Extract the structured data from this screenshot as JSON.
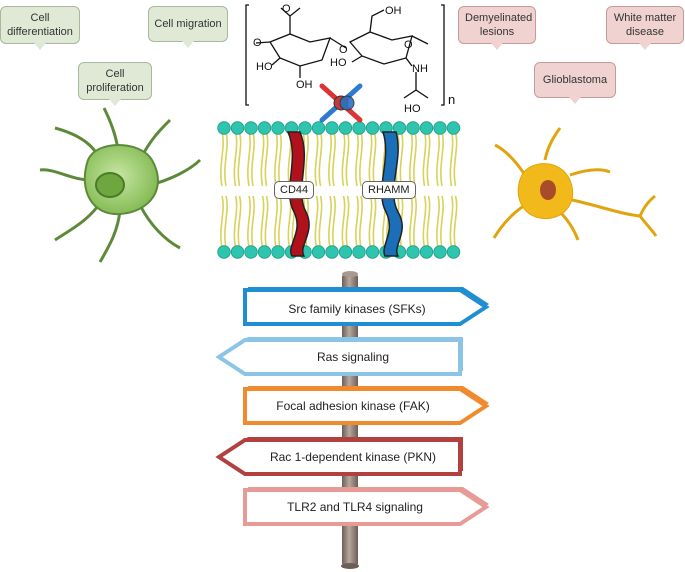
{
  "outcomes_left": {
    "differentiation": [
      "Cell",
      "differentiation"
    ],
    "migration": "Cell migration",
    "proliferation": [
      "Cell",
      "proliferation"
    ]
  },
  "outcomes_right": {
    "demyelinated": [
      "Demyelinated",
      "lesions"
    ],
    "white_matter": [
      "White matter",
      "disease"
    ],
    "glioblastoma": "Glioblastoma"
  },
  "molecule": {
    "atoms": [
      "O",
      "HO",
      "OH",
      "O",
      "HO",
      "OH",
      "O",
      "O",
      "HO",
      "NH"
    ],
    "repeat_subscript": "n"
  },
  "receptors": {
    "cd44": "CD44",
    "rhamm": "RHAMM"
  },
  "pathways": [
    {
      "label": "Src family kinases (SFKs)",
      "direction": "right",
      "color": "#1f8fd1"
    },
    {
      "label": "Ras signaling",
      "direction": "left",
      "color": "#8cc4e8"
    },
    {
      "label": "Focal adhesion kinase (FAK)",
      "direction": "right",
      "color": "#f08a2c"
    },
    {
      "label": "Rac 1-dependent kinase (PKN)",
      "direction": "left",
      "color": "#b2403f"
    },
    {
      "label": "TLR2 and TLR4 signaling",
      "direction": "right",
      "color": "#e79a96"
    }
  ],
  "colors": {
    "membrane_head": "#2fc4ae",
    "lipid_tail": "#d9d25a",
    "cd44": "#b0111a",
    "rhamm": "#1a6fb8",
    "pole": "#8a7a70",
    "astrocyte": "#9bcf6b",
    "neuron": "#f2b91a",
    "neuron_nucleus": "#a84b2a"
  }
}
